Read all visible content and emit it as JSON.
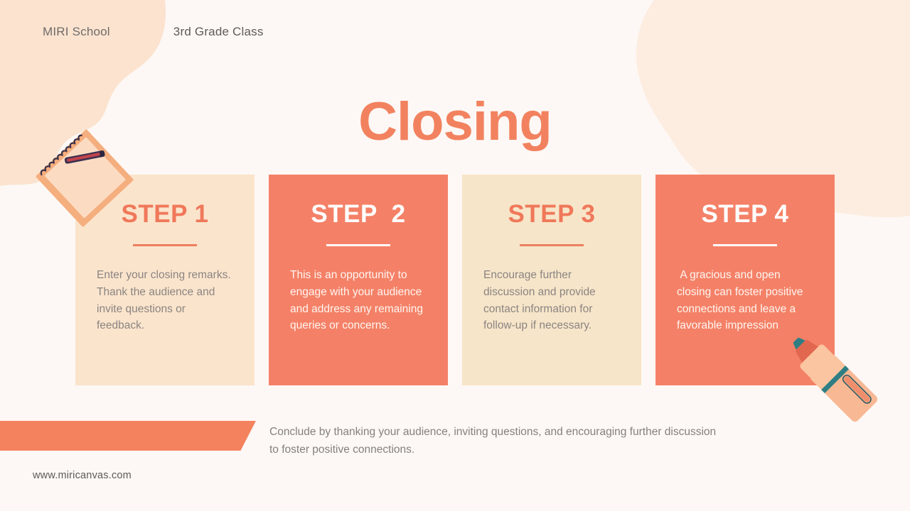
{
  "slide": {
    "title": "Closing",
    "header": {
      "school": "MIRI School",
      "class": "3rd Grade Class"
    },
    "footer": {
      "note": "Conclude by thanking your audience, inviting questions, and encouraging further discussion to foster positive connections.",
      "url": "www.miricanvas.com"
    }
  },
  "colors": {
    "accent_coral": "#F4825F",
    "title_coral": "#F2825F",
    "card_light_peach": "#FBE4CC",
    "card_light_cream": "#F7E5C9",
    "card_solid": "#F48167",
    "body_gray": "#8A8582",
    "background": "#FDF8F5",
    "blob_peach": "#FBE3CF",
    "blob_light": "#FDEDE0"
  },
  "cards": [
    {
      "title": "STEP 1",
      "body": "Enter your closing remarks. Thank the audience and invite questions or feedback.",
      "style": "light-1"
    },
    {
      "title": "STEP  2",
      "body": "This is an opportunity to engage with your audience and address any remaining queries or concerns.",
      "style": "solid"
    },
    {
      "title": "STEP 3",
      "body": "Encourage further discussion and provide contact information for follow-up if necessary.",
      "style": "light-3"
    },
    {
      "title": "STEP 4",
      "body": " A gracious and open closing can foster positive connections and leave a favorable impression",
      "style": "solid"
    }
  ],
  "decorations": [
    {
      "name": "spiral-notebook-with-pen",
      "position": "top-left-overlapping-card-1"
    },
    {
      "name": "marker-pen",
      "position": "bottom-right-overlapping-card-4"
    },
    {
      "name": "blob-top-left",
      "position": "top-left"
    },
    {
      "name": "blob-top-right",
      "position": "top-right"
    }
  ]
}
